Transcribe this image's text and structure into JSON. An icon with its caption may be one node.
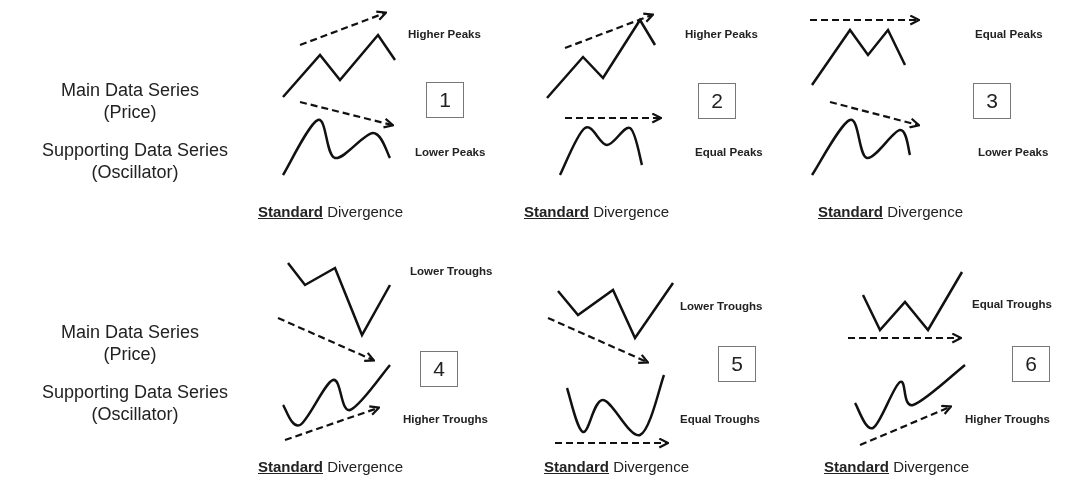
{
  "diagram": {
    "nodes": [
      {
        "text": [
          "1"
        ]
      },
      {
        "text": [
          "2"
        ]
      },
      {
        "text": [
          "3"
        ]
      },
      {
        "text": [
          "4"
        ]
      },
      {
        "text": [
          "5"
        ]
      },
      {
        "text": [
          "6"
        ]
      }
    ],
    "labels": [
      "Main Data Series (Price)",
      "Higher Peaks",
      "Higher Peaks",
      "Equal Peaks",
      "Supporting Data Series (Oscillator)",
      "Lower Peaks",
      "Equal Peaks",
      "Lower Peaks",
      "**Standard** Divergence",
      "**Standard** Divergence",
      "**Standard** Divergence",
      "Main Data Series (Price)",
      "Lower Troughs",
      "Lower Troughs",
      "Equal Troughs",
      "Supporting Data Series (Oscillator)",
      "Higher Troughs",
      "Equal Troughs",
      "Higher Troughs",
      "**Standard** Divergence",
      "**Standard** Divergence",
      "**Standard** Divergence"
    ]
  }
}
